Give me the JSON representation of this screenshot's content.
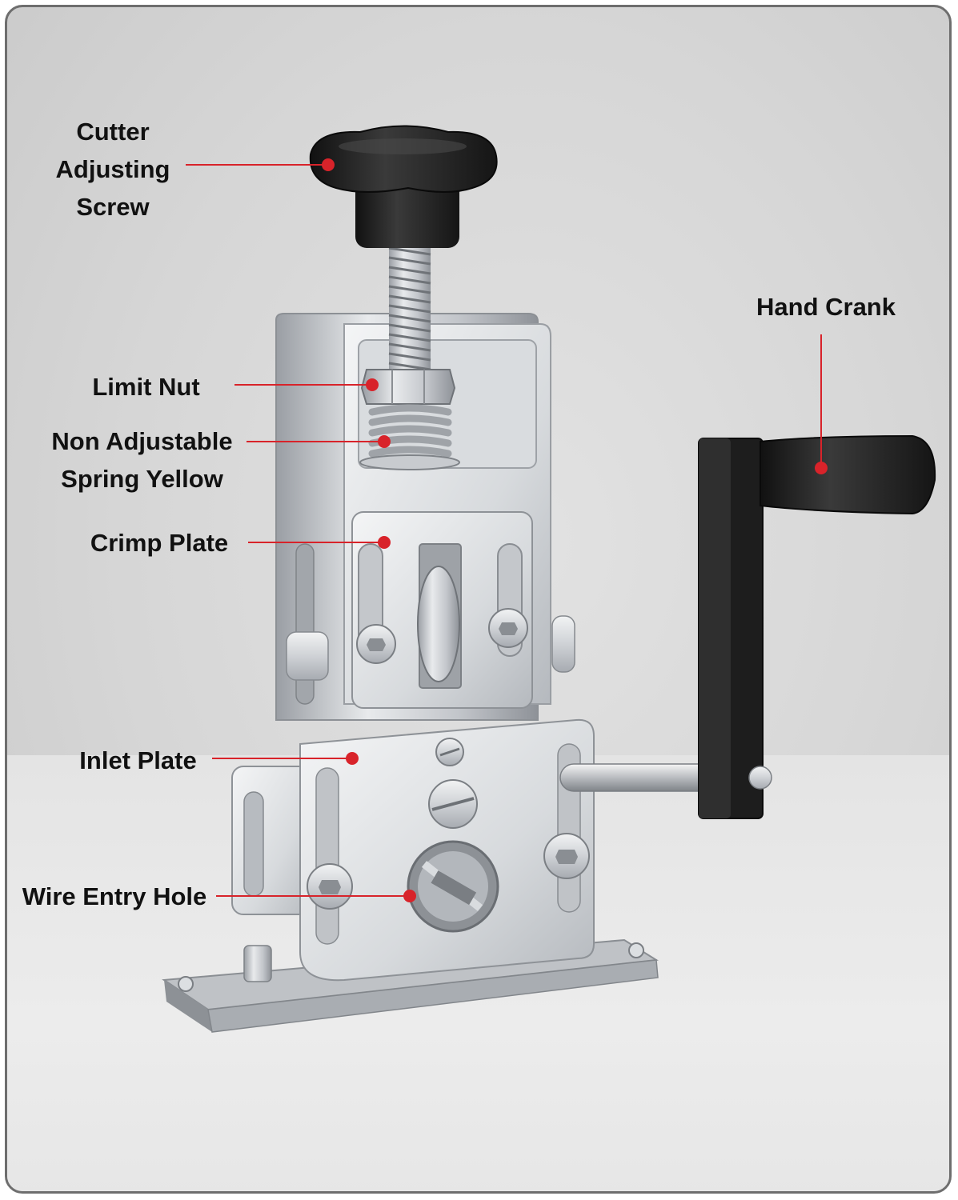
{
  "colors": {
    "accent": "#d8232a",
    "metal": "#c9ccd0",
    "handle": "#1b1b1b",
    "brass": "#c9a24a"
  },
  "labels": {
    "cutter_line1": "Cutter",
    "cutter_line2": "Adjusting",
    "cutter_line3": "Screw",
    "limit_nut": "Limit Nut",
    "spring_line1": "Non Adjustable",
    "spring_line2": "Spring Yellow",
    "crimp_plate": "Crimp Plate",
    "inlet_plate": "Inlet Plate",
    "wire_entry_hole": "Wire Entry Hole",
    "hand_crank": "Hand Crank"
  }
}
